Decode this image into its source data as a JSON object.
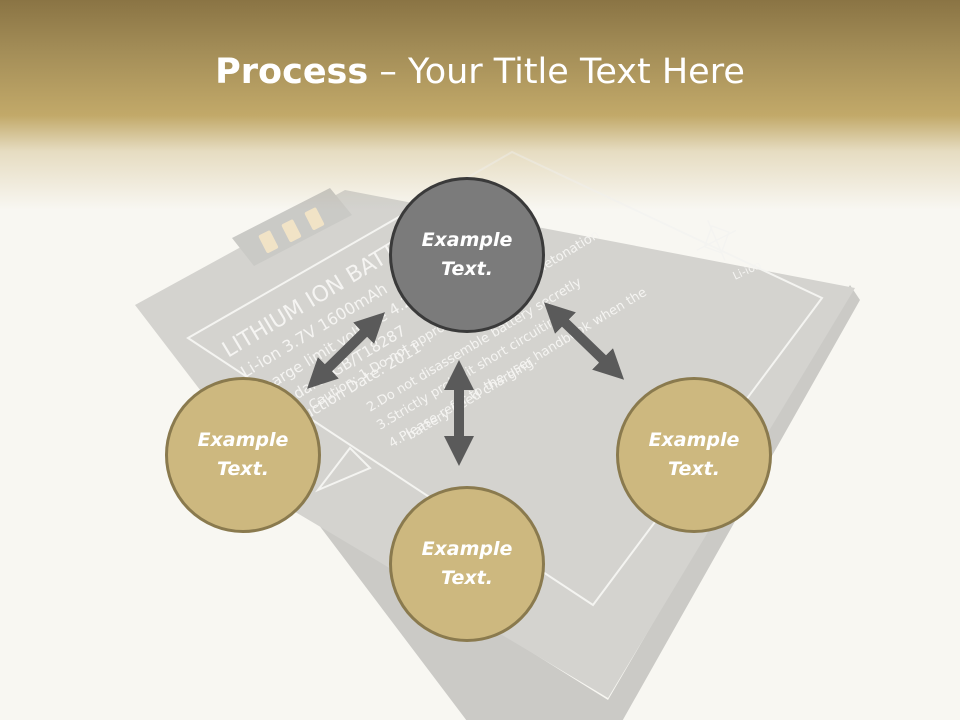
{
  "title": {
    "bold": "Process",
    "rest": " – Your Title Text Here"
  },
  "battery_image": {
    "heading": "LITHIUM  ION  BATTERY",
    "spec_line": "Li-ion  3.7V  1600mAh",
    "lines": [
      "Charge limit voltage 4.2V",
      "Standard: GB/T18287",
      "Production Date: 2011",
      "Caution: 1.Do not approach fire to avoid detonation",
      "2.Do not disassemble battery secretly",
      "3.Strictly prohibit short circuiting",
      "4.Please refer to the user handbook when the",
      "battery need charging."
    ],
    "recycle_label": "Li-ion"
  },
  "nodes": {
    "center": "Example Text.",
    "left": "Example Text.",
    "bottom": "Example Text.",
    "right": "Example Text."
  },
  "colors": {
    "header_band": "#c2a969",
    "center_fill": "#7b7b7b",
    "outer_fill": "#cdb87f",
    "arrow": "#5a5a5a"
  }
}
